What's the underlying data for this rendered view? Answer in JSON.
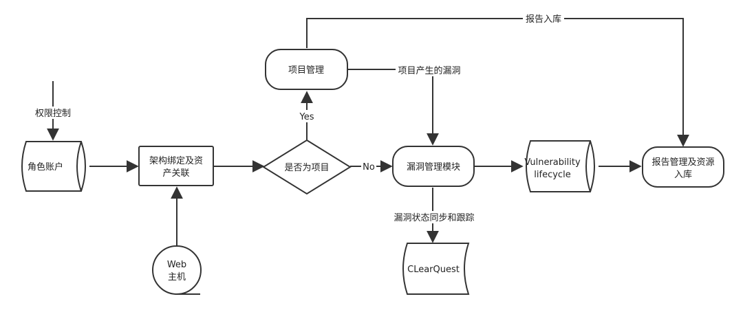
{
  "nodes": {
    "role_account": "角色账户",
    "binding_line1": "架构绑定及资",
    "binding_line2": "产关联",
    "decision": "是否为项目",
    "project_mgmt": "项目管理",
    "vuln_module": "漏洞管理模块",
    "vuln_lifecycle_line1": "Vulnerability",
    "vuln_lifecycle_line2": "lifecycle",
    "report_line1": "报告管理及资源",
    "report_line2": "入库",
    "web_host_line1": "Web",
    "web_host_line2": "主机",
    "clearquest": "CLearQuest"
  },
  "edges": {
    "permission_control": "权限控制",
    "yes": "Yes",
    "no": "No",
    "project_vulns": "项目产生的漏洞",
    "report_storage": "报告入库",
    "status_sync": "漏洞状态同步和跟踪"
  }
}
